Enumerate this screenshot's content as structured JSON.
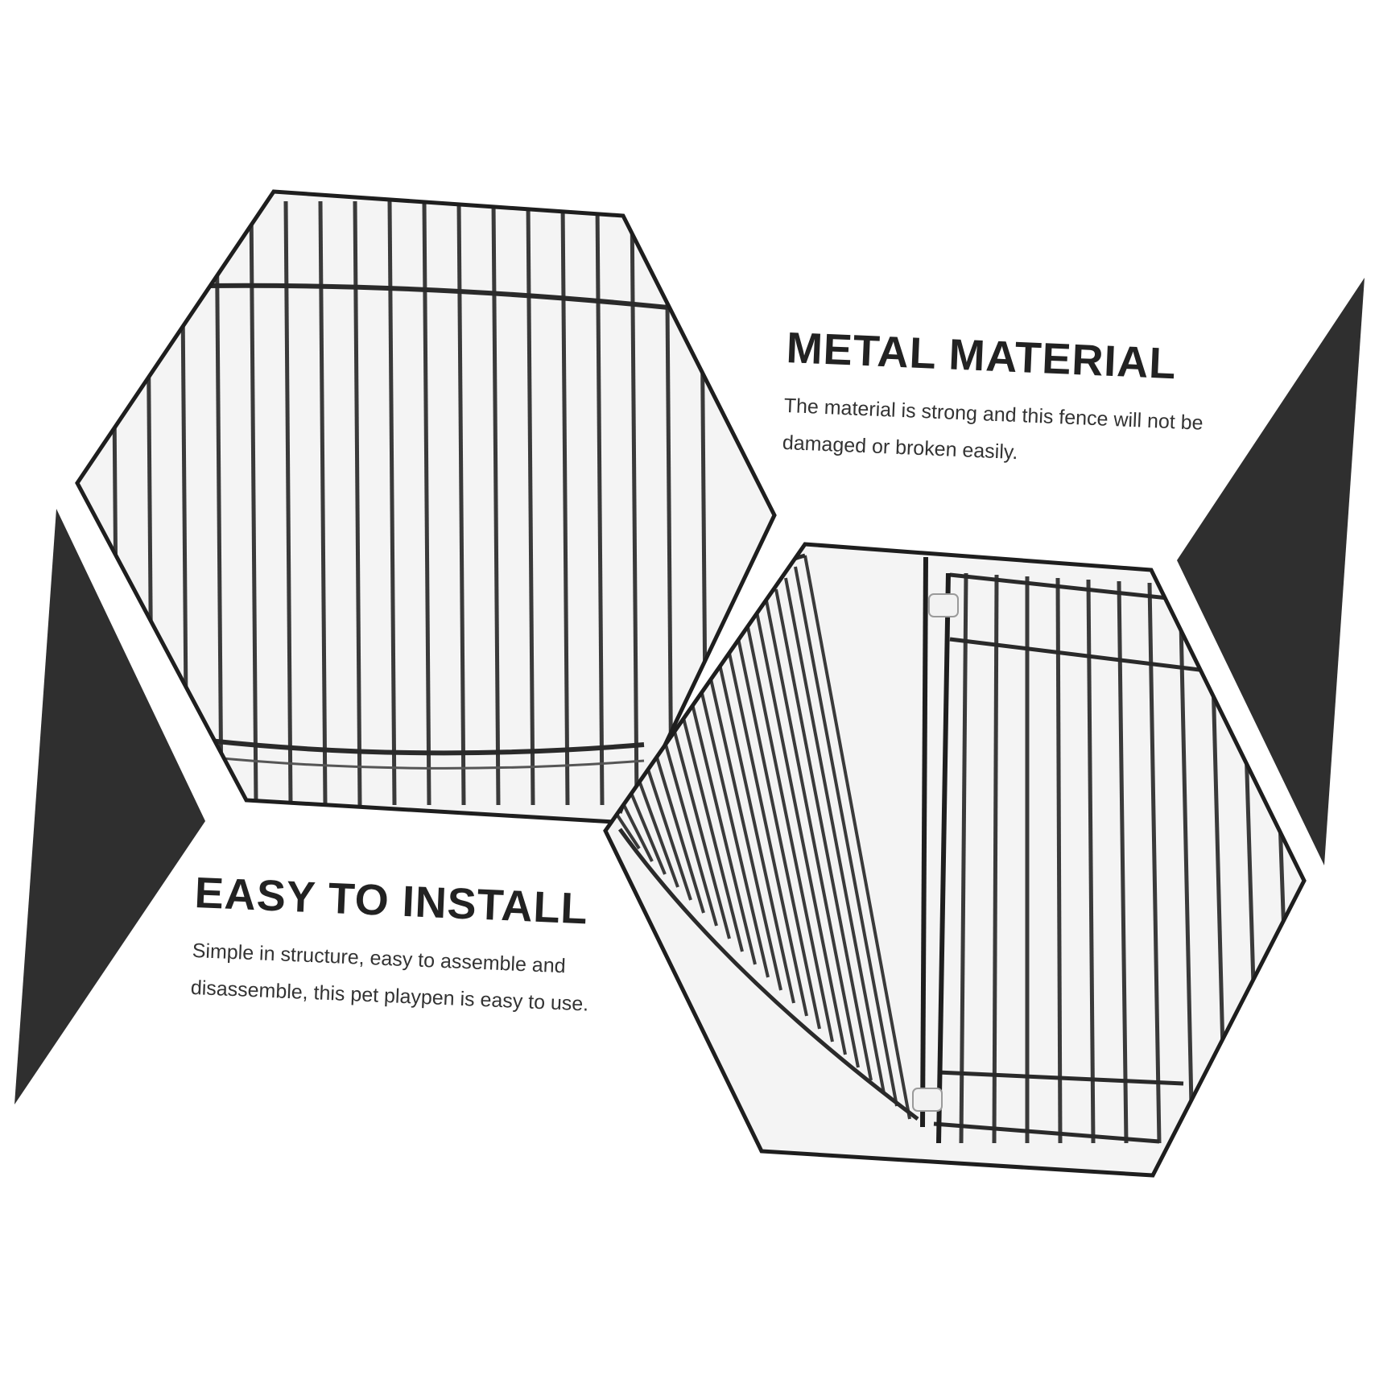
{
  "features": {
    "metal": {
      "title": "METAL MATERIAL",
      "text": "The material is strong and this fence will not be damaged or broken easily."
    },
    "install": {
      "title": "EASY TO INSTALL",
      "text": "Simple in structure, easy to assemble and disassemble, this pet playpen is easy to use."
    }
  },
  "colors": {
    "accent_dark": "#2f2f2f",
    "frame": "#1e1e1e",
    "wire": "#3a3a3a",
    "background": "#ffffff",
    "clip": "#f2f2f2"
  }
}
